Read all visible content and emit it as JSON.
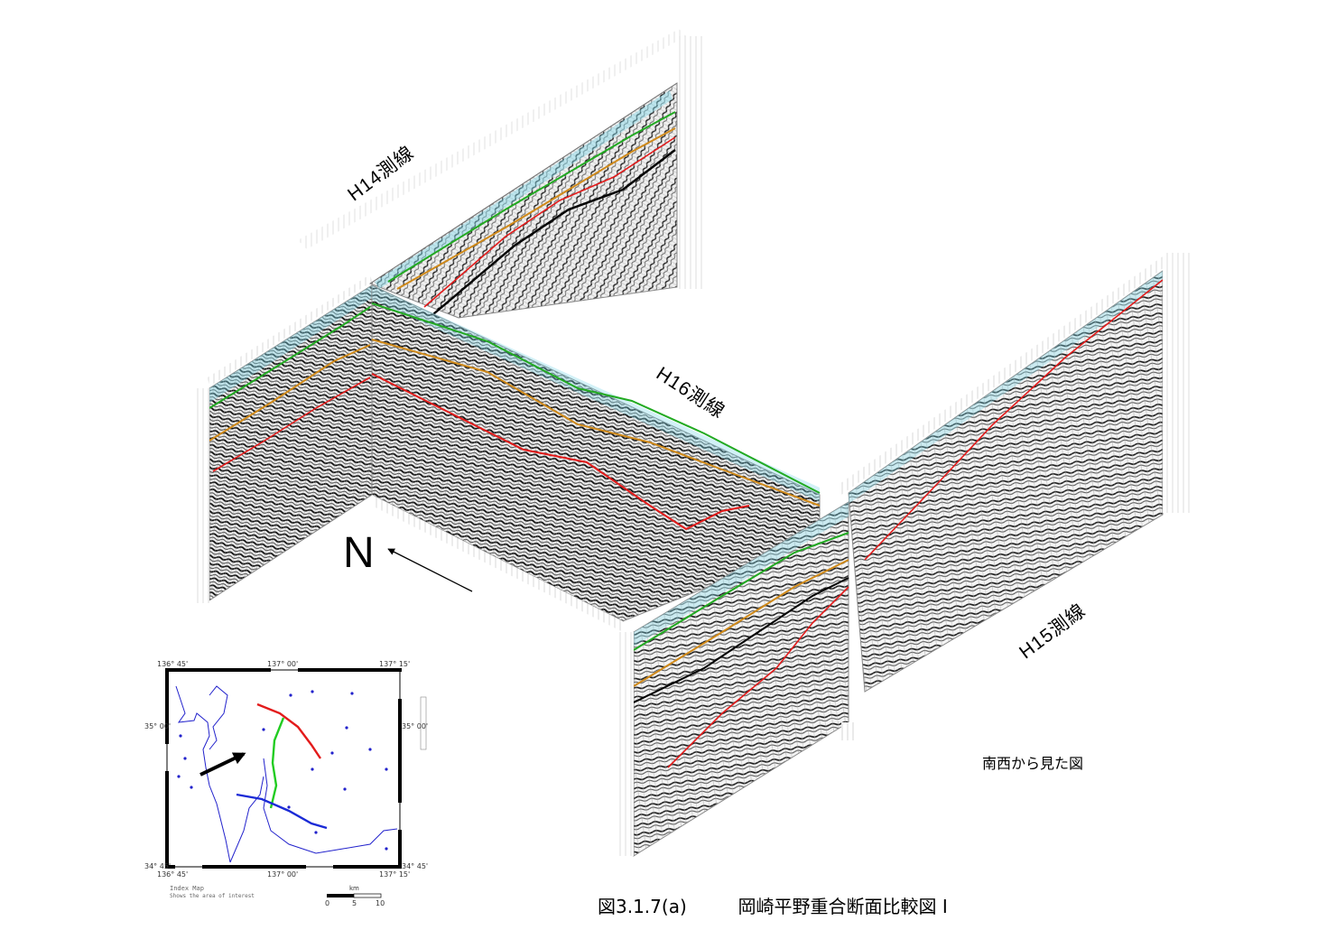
{
  "labels": {
    "h14": "H14測線",
    "h16": "H16測線",
    "h15": "H15測線",
    "north": "N",
    "view_note": "南西から見た図",
    "caption_fig": "図3.1.7(a)",
    "caption_title": "岡崎平野重合断面比較図 I"
  },
  "index_map": {
    "title": "Index Map",
    "subtitle": "Shows the area of interest",
    "lon_ticks": [
      "136° 45'",
      "137° 00'",
      "137° 15'"
    ],
    "lat_ticks": [
      "35° 00'",
      "34° 45'"
    ],
    "scale_unit": "km",
    "scale_values": [
      "0",
      "5",
      "10"
    ]
  },
  "colors": {
    "h14_line": "#e31b1b",
    "h16_line": "#22cc22",
    "h15_line": "#1a2ad6",
    "coast": "#2222cc",
    "arrow": "#000000"
  }
}
